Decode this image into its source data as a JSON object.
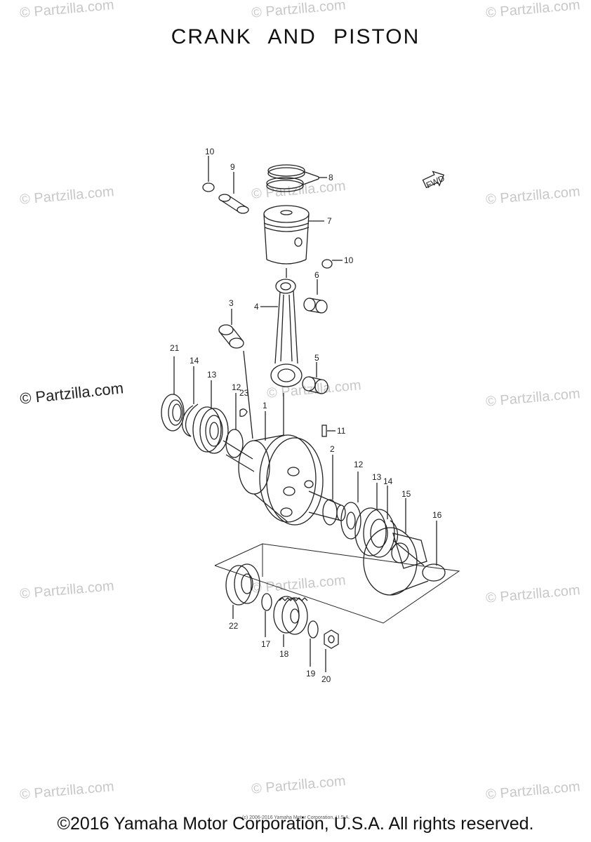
{
  "title": "CRANK AND PISTON",
  "watermark": "© Partzilla.com",
  "footer": "©2016 Yamaha Motor Corporation, U.S.A. All rights reserved.",
  "fineprint": "(c) 2006-2016 Yamaha Motor Corporation, U.S.A.",
  "fwd_label": "FWD",
  "callouts": {
    "c1": "1",
    "c2": "2",
    "c3": "3",
    "c4": "4",
    "c5": "5",
    "c6": "6",
    "c7": "7",
    "c8": "8",
    "c9": "9",
    "c10a": "10",
    "c10b": "10",
    "c11": "11",
    "c12a": "12",
    "c12b": "12",
    "c13a": "13",
    "c13b": "13",
    "c14a": "14",
    "c14b": "14",
    "c15": "15",
    "c16": "16",
    "c17": "17",
    "c18": "18",
    "c19": "19",
    "c20": "20",
    "c21": "21",
    "c22": "22",
    "c23": "23"
  },
  "colors": {
    "line": "#222222",
    "watermark": "#c8c8c8"
  }
}
